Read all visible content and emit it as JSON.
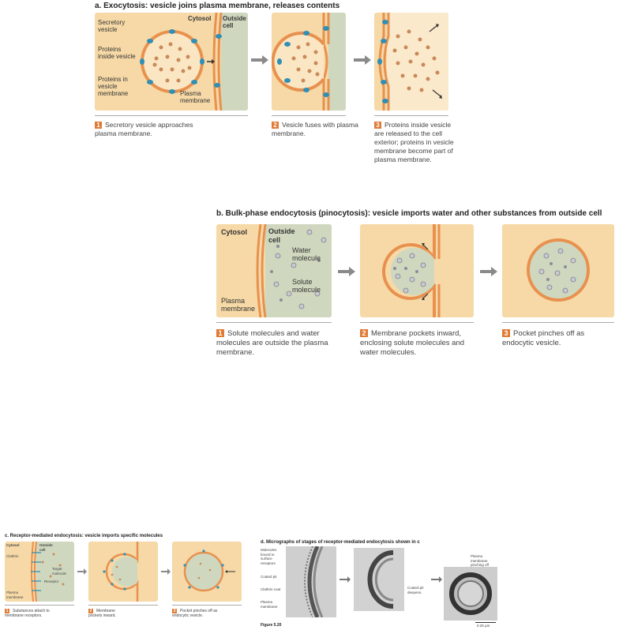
{
  "a": {
    "title": "a.  Exocytosis: vesicle joins plasma membrane, releases contents",
    "labels": {
      "secretory_vesicle": "Secretory vesicle",
      "proteins_inside": "Proteins inside vesicle",
      "proteins_membrane": "Proteins in vesicle membrane",
      "cytosol": "Cytosol",
      "outside_cell": "Outside cell",
      "plasma_membrane": "Plasma membrane"
    },
    "steps": [
      {
        "num": "1",
        "text": "Secretory vesicle approaches plasma membrane."
      },
      {
        "num": "2",
        "text": "Vesicle fuses with plasma membrane."
      },
      {
        "num": "3",
        "text": "Proteins inside vesicle are released to the cell exterior; proteins in vesicle membrane become part of plasma membrane."
      }
    ]
  },
  "b": {
    "title": "b.  Bulk-phase endocytosis (pinocytosis): vesicle imports water and other substances from outside cell",
    "labels": {
      "cytosol": "Cytosol",
      "outside_cell": "Outside cell",
      "water_molecule": "Water molecule",
      "solute_molecule": "Solute molecule",
      "plasma_membrane": "Plasma membrane"
    },
    "steps": [
      {
        "num": "1",
        "text": "Solute molecules and water molecules are outside the plasma membrane."
      },
      {
        "num": "2",
        "text": "Membrane pockets inward, enclosing solute molecules and water molecules."
      },
      {
        "num": "3",
        "text": "Pocket pinches off as endocytic vesicle."
      }
    ]
  },
  "c": {
    "title": "c.  Receptor-mediated endocytosis: vesicle imports specific molecules",
    "labels": {
      "cytosol": "Cytosol",
      "outside_cell": "Outside cell",
      "clathrin": "Clathrin",
      "target_molecule": "Target molecule",
      "receptor": "Receptor",
      "plasma_membrane": "Plasma membrane"
    },
    "steps": [
      {
        "num": "1",
        "text": "Substances attach to membrane receptors."
      },
      {
        "num": "2",
        "text": "Membrane pockets inward."
      },
      {
        "num": "3",
        "text": "Pocket pinches off as endocytic vesicle."
      }
    ]
  },
  "d": {
    "title": "d.  Micrographs of stages of receptor-mediated endocytosis shown in c",
    "labels": {
      "molecules_bound": "Molecules bound to surface receptors",
      "coated_pit": "Coated pit",
      "clathrin_coat": "Clathrin coat",
      "plasma_membrane": "Plasma membrane",
      "coated_pit_deepens": "Coated pit deepens.",
      "plasma_membrane_pinching": "Plasma membrane pinching off",
      "scale": "0.25 μm"
    },
    "figure_label": "Figure 5.20"
  },
  "colors": {
    "cytosol": "#f6d9a6",
    "outside": "#cfd8bf",
    "membrane": "#e8914f",
    "protein": "#2f8fb5",
    "cargo": "#c98a5a",
    "step_badge": "#e07a35",
    "arrow": "#8a8a8a"
  }
}
